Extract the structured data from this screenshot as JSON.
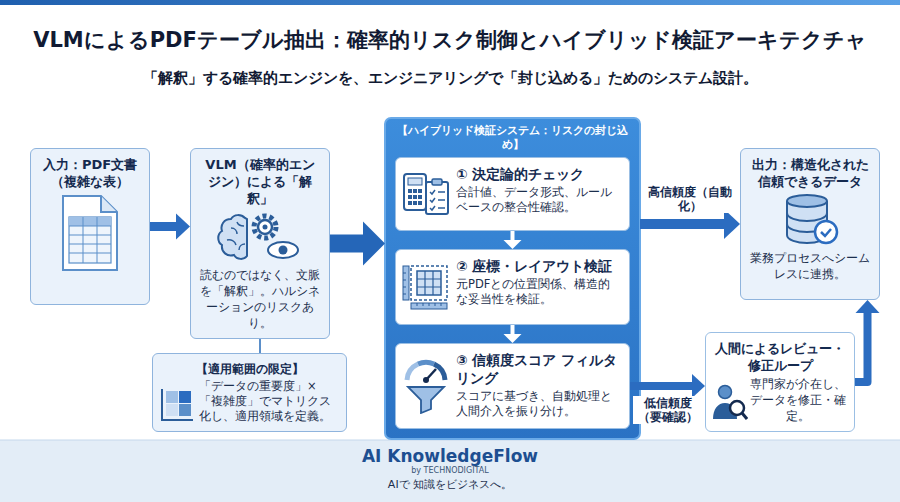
{
  "diagram": {
    "title": "VLMによるPDFテーブル抽出：確率的リスク制御とハイブリッド検証アーキテクチャ",
    "caption": "「解釈」する確率的エンジンを、エンジニアリングで「封じ込める」ためのシステム設計。",
    "nodes": [
      {
        "text": [
          "入力：PDF文書（複雑な表）"
        ]
      },
      {
        "text": [
          "VLM（確率的エンジン）による「解釈」",
          "読むのではなく、文脈を「解釈」。ハルシネーションのリスクあり。"
        ]
      },
      {
        "text": [
          "【適用範囲の限定】",
          "「データの重要度」×「複雑度」でマトリクス化し、適用領域を定義。"
        ]
      },
      {
        "text": [
          "【ハイブリッド検証システム：リスクの封じ込め】"
        ]
      },
      {
        "text": [
          "① 決定論的チェック",
          "合計値、データ形式、ルールベースの整合性確認。"
        ],
        "in": 3
      },
      {
        "text": [
          "② 座標・レイアウト検証",
          "元PDFとの位置関係、構造的な妥当性を検証。"
        ],
        "in": 3
      },
      {
        "text": [
          "③ 信頼度スコア フィルタリング",
          "スコアに基づき、自動処理と人間介入を振り分け。"
        ],
        "in": 3
      },
      {
        "text": [
          "出力：構造化された信頼できるデータ",
          "業務プロセスへシームレスに連携。"
        ]
      },
      {
        "text": [
          "人間によるレビュー・修正ループ",
          "専門家が介在し、データを修正・確定。"
        ]
      }
    ],
    "edges": [
      {
        "from": 0,
        "to": 1,
        "arrow": "to"
      },
      {
        "from": 1,
        "to": 3,
        "arrow": "to"
      },
      {
        "from": 2,
        "to": 1,
        "arrow": "none"
      },
      {
        "from": 4,
        "to": 5,
        "arrow": "to"
      },
      {
        "from": 5,
        "to": 6,
        "arrow": "to"
      },
      {
        "from": 3,
        "to": 7,
        "label": "高信頼度（自動化）",
        "arrow": "to"
      },
      {
        "from": 6,
        "to": 8,
        "label": "低信頼度（要確認）",
        "arrow": "to"
      },
      {
        "from": 8,
        "to": 7,
        "arrow": "to"
      }
    ],
    "labels": [
      "AI KnowledgeFlow",
      "by TECHNODIGITAL",
      "AIで 知識をビジネスへ。"
    ]
  }
}
